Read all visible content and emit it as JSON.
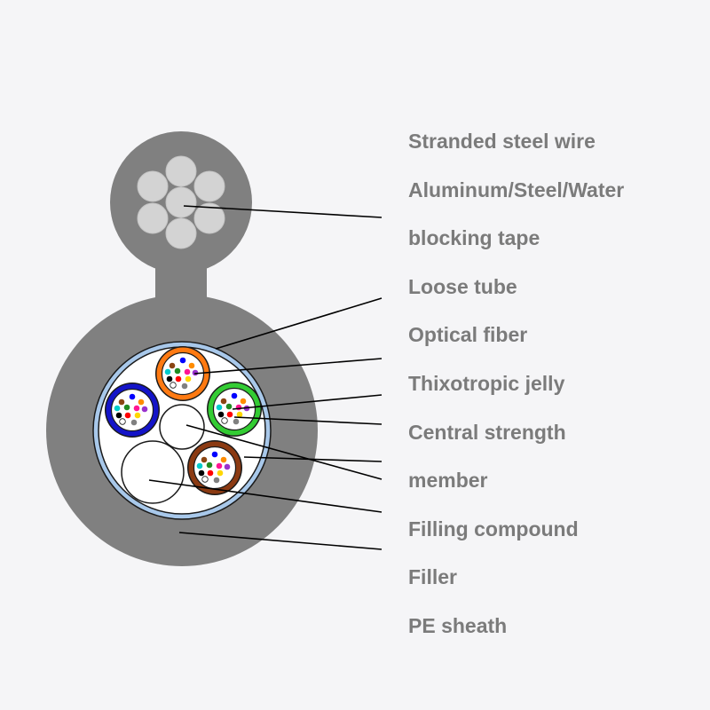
{
  "labels": [
    "Stranded steel wire",
    "Aluminum/Steel/Water",
    "blocking tape",
    "Loose tube",
    "Optical fiber",
    "Thixotropic jelly",
    "Central strength",
    "member",
    "Filling compound",
    "Filler",
    "PE sheath"
  ],
  "colors": {
    "background": "#f5f5f7",
    "sheath": "#808080",
    "steel_wire": "#d3d3d3",
    "tape": "#a8c8ea",
    "compound": "#ffffff",
    "leader_line": "#000000",
    "label_text": "#7b7b7b",
    "tube_orange": "#ff7a12",
    "tube_blue": "#1414c8",
    "tube_green": "#33cc33",
    "tube_brown": "#8b3a12"
  },
  "fiber_colors": [
    "#0000ff",
    "#8b4513",
    "#ff8c00",
    "#00cccc",
    "#228b22",
    "#ff1493",
    "#9932cc",
    "#000000",
    "#ff0000",
    "#ffd700",
    "#ffffff",
    "#808080"
  ]
}
